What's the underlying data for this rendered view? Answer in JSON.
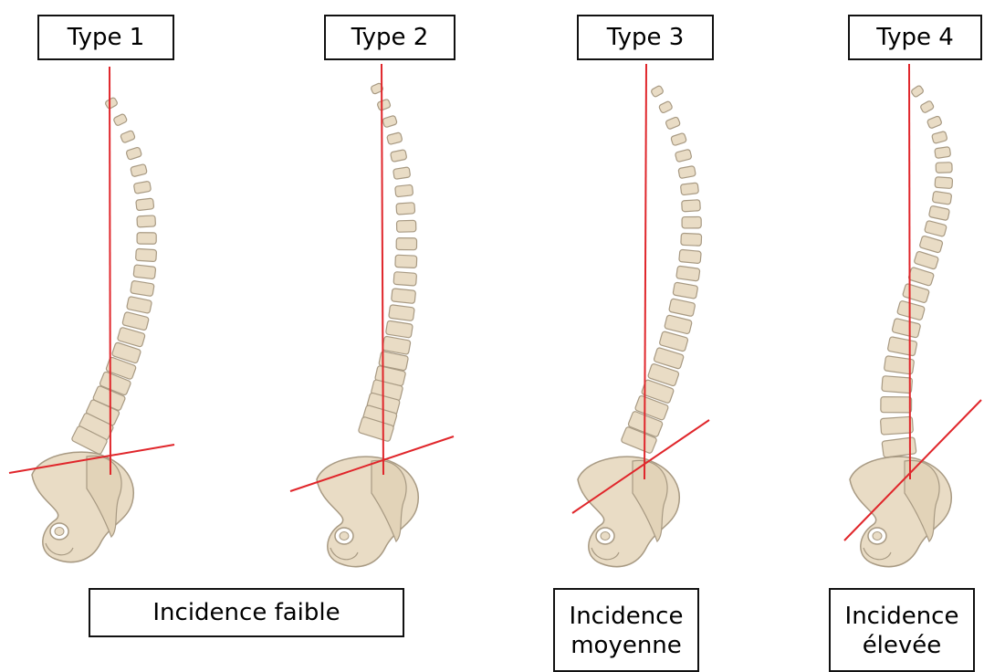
{
  "labels": {
    "type1": "Type 1",
    "type2": "Type 2",
    "type3": "Type 3",
    "type4": "Type 4",
    "incidence_faible": "Incidence faible",
    "incidence_moyenne": "Incidence\nmoyenne",
    "incidence_elevee": "Incidence\nélevée"
  },
  "colors": {
    "bone_fill": "#e9dcc5",
    "bone_stroke": "#a89a83",
    "reference_line": "#e0262b",
    "box_border": "#111111"
  }
}
